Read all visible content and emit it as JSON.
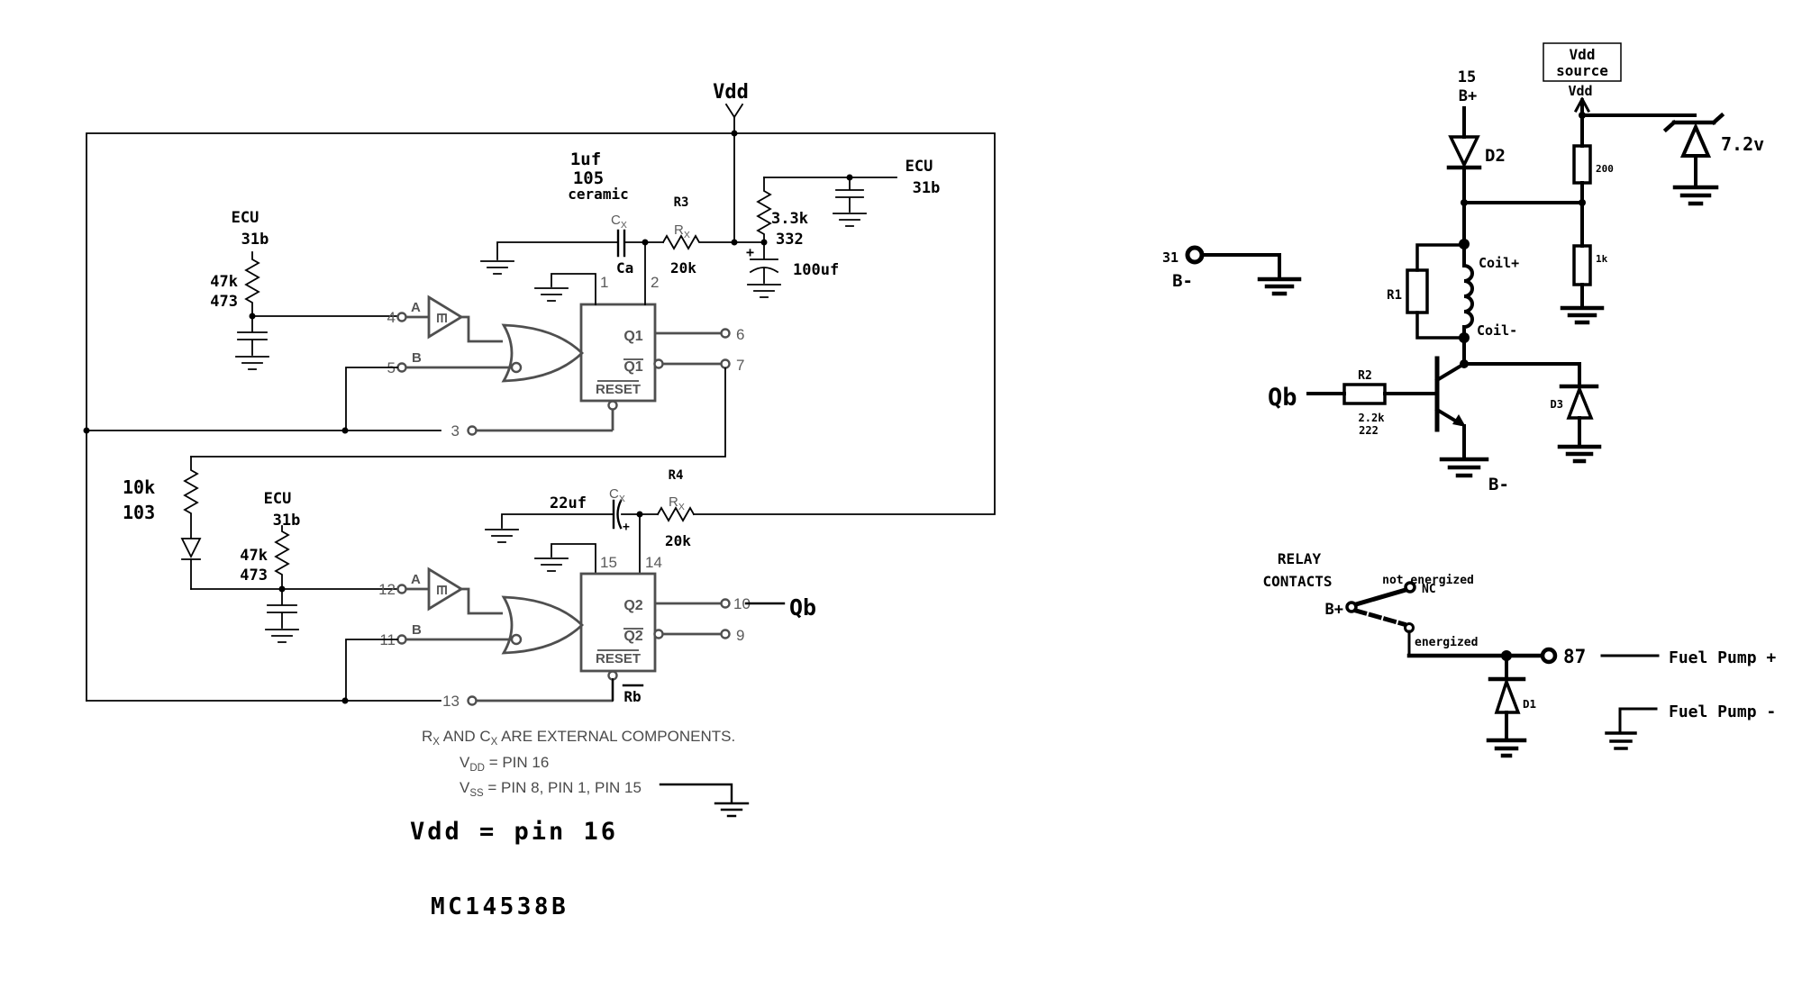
{
  "l": {
    "vdd": "Vdd",
    "ecu": "ECU",
    "w31b": "31b",
    "r47k": "47k",
    "r47k_code": "473",
    "r10k": "10k",
    "r10k_code": "103",
    "c1_value": "1uf",
    "c1_code": "105",
    "c1_type": "ceramic",
    "ca": "Ca",
    "r3": "R3",
    "r4": "R4",
    "r20k": "20k",
    "r33": "3.3k",
    "r33_code": "332",
    "c100": "100uf",
    "c22": "22uf",
    "plus": "+",
    "cx": [
      "C",
      "X"
    ],
    "rx": [
      "R",
      "X"
    ],
    "a": "A",
    "b": "B",
    "q1": "Q1",
    "q2": "Q2",
    "reset": "RESET",
    "rb": "Rb",
    "qb": "Qb",
    "p": {
      "1": "1",
      "2": "2",
      "3": "3",
      "4": "4",
      "5": "5",
      "6": "6",
      "7": "7",
      "9": "9",
      "10": "10",
      "11": "11",
      "12": "12",
      "13": "13",
      "14": "14",
      "15": "15"
    },
    "notes": {
      "l1": [
        "R",
        "X",
        " AND C",
        "X",
        " ARE EXTERNAL COMPONENTS."
      ],
      "l2": [
        "V",
        "DD",
        " = PIN 16"
      ],
      "l3": [
        "V",
        "SS",
        " = PIN 8, PIN 1, PIN 15"
      ]
    },
    "vdd_eq": "Vdd = pin 16",
    "part_number": "MC14538B"
  },
  "r": {
    "vsrc1": "Vdd",
    "vsrc2": "source",
    "vdd": "Vdd",
    "p15": "15",
    "bplus": "B+",
    "bminus": "B-",
    "d1": "D1",
    "d2": "D2",
    "d3": "D3",
    "r200": "200",
    "r1k": "1k",
    "zener": "7.2v",
    "p31": "31",
    "r1": "R1",
    "coilp": "Coil+",
    "coilm": "Coil-",
    "qb": "Qb",
    "r2": "R2",
    "r2v": "2.2k",
    "r2c": "222",
    "relay1": "RELAY",
    "relay2": "CONTACTS",
    "notener": "not energized",
    "nc": "NC",
    "ener": "energized",
    "p87": "87",
    "fpp": "Fuel Pump +",
    "fpm": "Fuel Pump -"
  }
}
